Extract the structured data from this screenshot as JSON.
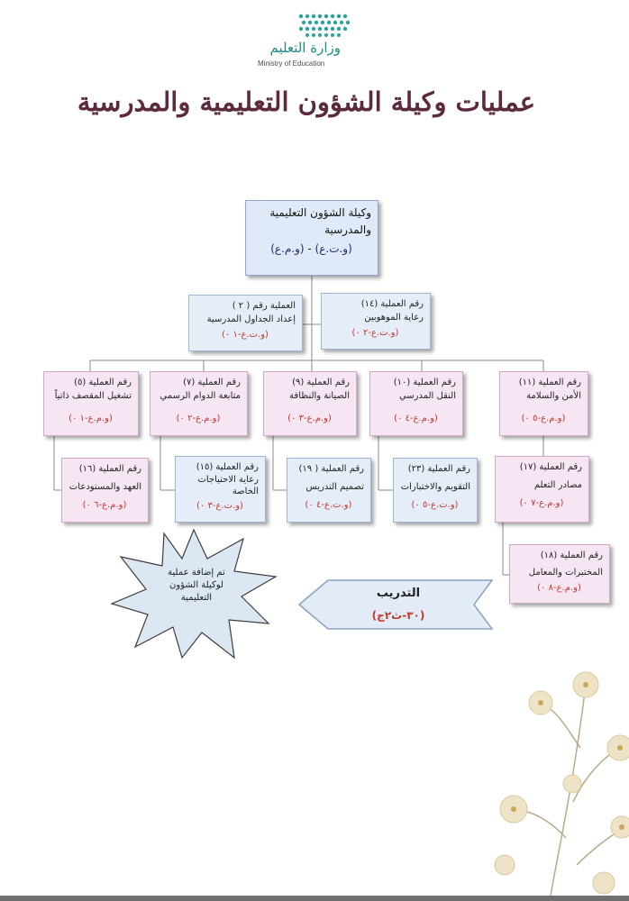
{
  "logo": {
    "arabic": "وزارة التعليم",
    "english": "Ministry of Education"
  },
  "title": "عمليات وكيلة الشؤون التعليمية والمدرسية",
  "top_box": {
    "line1": "وكيلة الشؤون التعليمية",
    "line2": "والمدرسية",
    "code": "(و.ت.ع) - (و.م.ع)"
  },
  "boxes": [
    {
      "id": "b2",
      "line1": "العملية رقم ( ٢ )",
      "line2": "إعداد الجداول المدرسية",
      "code": "(و.ت.ع-١ ٠)"
    },
    {
      "id": "b14",
      "line1": "رقم العملية (١٤)",
      "line2": "رعاية الموهوبين",
      "code": "(و.ت.ع-٢ ٠)"
    },
    {
      "id": "b5",
      "line1": "رقم العملية (٥)",
      "line2": "تشغيل المقصف ذاتياً",
      "code": "(و.م.ع-١ ٠)"
    },
    {
      "id": "b7",
      "line1": "رقم العملية (٧)",
      "line2": "متابعة الدوام الرسمي",
      "code": "(و.م.ع-٢ ٠)"
    },
    {
      "id": "b9",
      "line1": "رقم العملية (٩)",
      "line2": "الصيانة والنظافة",
      "code": "(و.م.ع-٣ ٠)"
    },
    {
      "id": "b10",
      "line1": "رقم العملية (١٠)",
      "line2": "النقل المدرسي",
      "code": "(و.م.ع-٤ ٠)"
    },
    {
      "id": "b11",
      "line1": "رقم العملية (١١)",
      "line2": "الأمن والسلامة",
      "code": "(و.م.ع-٥ ٠)"
    },
    {
      "id": "b16",
      "line1": "رقم العملية (١٦)",
      "line2": "العهد والمستودعات",
      "code": "(و.م.ع-٦ ٠)"
    },
    {
      "id": "b15",
      "line1": "رقم العملية (١٥)",
      "line2": "رعاية الاحتياجات الخاصة",
      "code": "(و.ت.ع-٣ ٠)"
    },
    {
      "id": "b19",
      "line1": "رقم العملية ( ١٩)",
      "line2": "تصميم التدريس",
      "code": "(و.ت.ع-٤ ٠)"
    },
    {
      "id": "b23",
      "line1": "رقم العملية (٢٣)",
      "line2": "التقويم والاختبارات",
      "code": "(و.ت.ع-٥ ٠)"
    },
    {
      "id": "b17",
      "line1": "رقم العملية (١٧)",
      "line2": "مصادر التعلم",
      "code": "(و.م.ع-٧ ٠)"
    },
    {
      "id": "b18",
      "line1": "رقم العملية (١٨)",
      "line2": "المختبرات والمعامل",
      "code": "(و.م.ع-٨ ٠)"
    }
  ],
  "star_note": {
    "line1": "تم إضافة عملية",
    "line2": "لوكيلة الشؤون",
    "line3": "التعليمية"
  },
  "training": {
    "label": "التدريب",
    "code": "(٣٠-ث٢ج)"
  },
  "colors": {
    "title": "#5b2a3e",
    "code_red": "#c0392b",
    "blue_box": "#e5eef8",
    "pink_box": "#f6e6f3",
    "logo_teal": "#1f8b87"
  }
}
